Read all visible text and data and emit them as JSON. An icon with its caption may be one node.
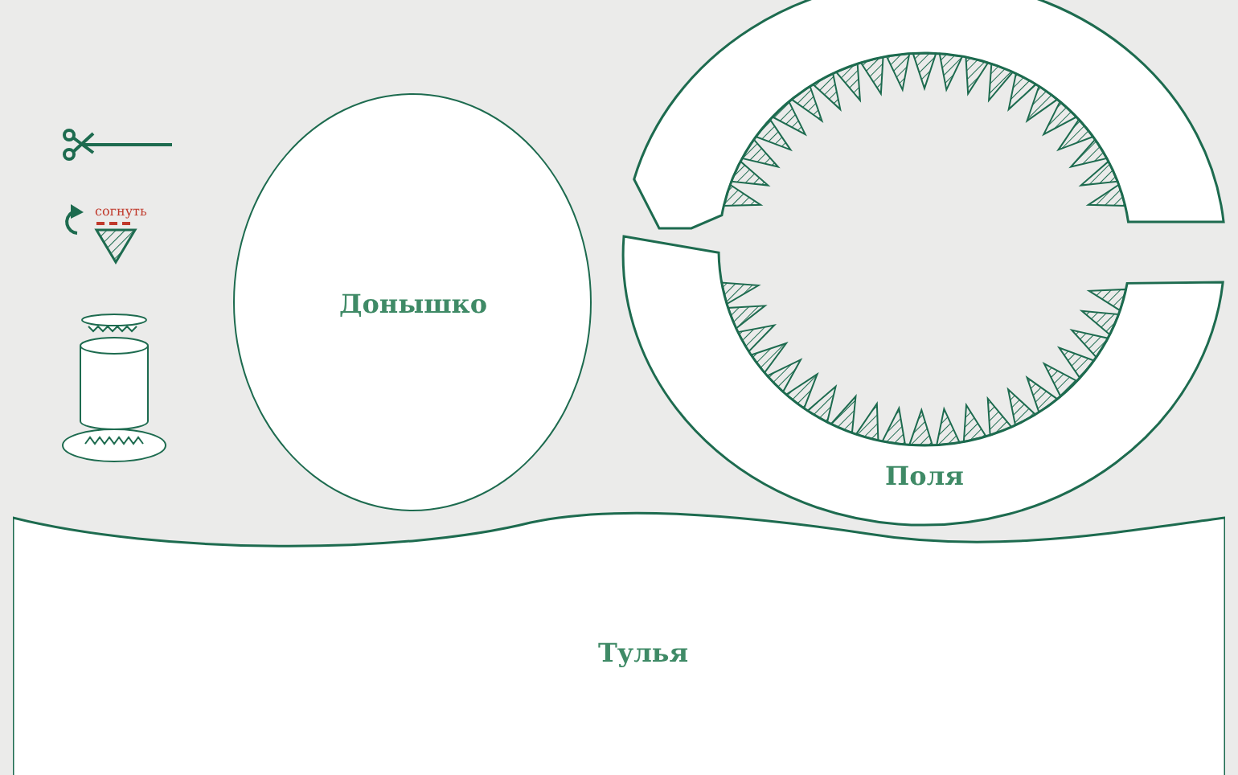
{
  "diagram": {
    "nodes": [
      {
        "text": [
          "Донышко"
        ]
      },
      {
        "text": [
          "Поля"
        ]
      },
      {
        "text": [
          "Тулья"
        ]
      }
    ],
    "labels": [
      "согнуть"
    ]
  }
}
